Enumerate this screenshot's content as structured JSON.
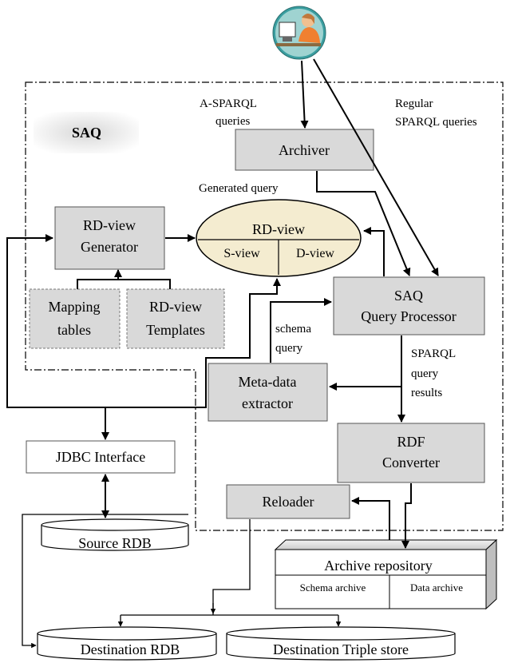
{
  "labels": {
    "saq": "SAQ",
    "a_sparql_1": "A-SPARQL",
    "a_sparql_2": "queries",
    "regular_1": "Regular",
    "regular_2": "SPARQL queries",
    "archiver": "Archiver",
    "generated_query": "Generated query",
    "rdview_gen_1": "RD-view",
    "rdview_gen_2": "Generator",
    "rdview": "RD-view",
    "sview": "S-view",
    "dview": "D-view",
    "mapping_1": "Mapping",
    "mapping_2": "tables",
    "templates_1": "RD-view",
    "templates_2": "Templates",
    "qp_1": "SAQ",
    "qp_2": "Query Processor",
    "schema_1": "schema",
    "schema_2": "query",
    "sparql_results_1": "SPARQL",
    "sparql_results_2": "query",
    "sparql_results_3": "results",
    "meta_1": "Meta-data",
    "meta_2": "extractor",
    "rdf_1": "RDF",
    "rdf_2": "Converter",
    "jdbc": "JDBC Interface",
    "reloader": "Reloader",
    "source_rdb": "Source RDB",
    "archive_repo": "Archive repository",
    "schema_archive": "Schema archive",
    "data_archive": "Data archive",
    "dest_rdb": "Destination RDB",
    "dest_triple": "Destination Triple store"
  },
  "colors": {
    "box_fill": "#d9d9d9",
    "ellipse_fill": "#f4ecd0",
    "saq_badge": "#e4e4e4"
  },
  "icons": {
    "user": "user-at-computer-icon"
  }
}
